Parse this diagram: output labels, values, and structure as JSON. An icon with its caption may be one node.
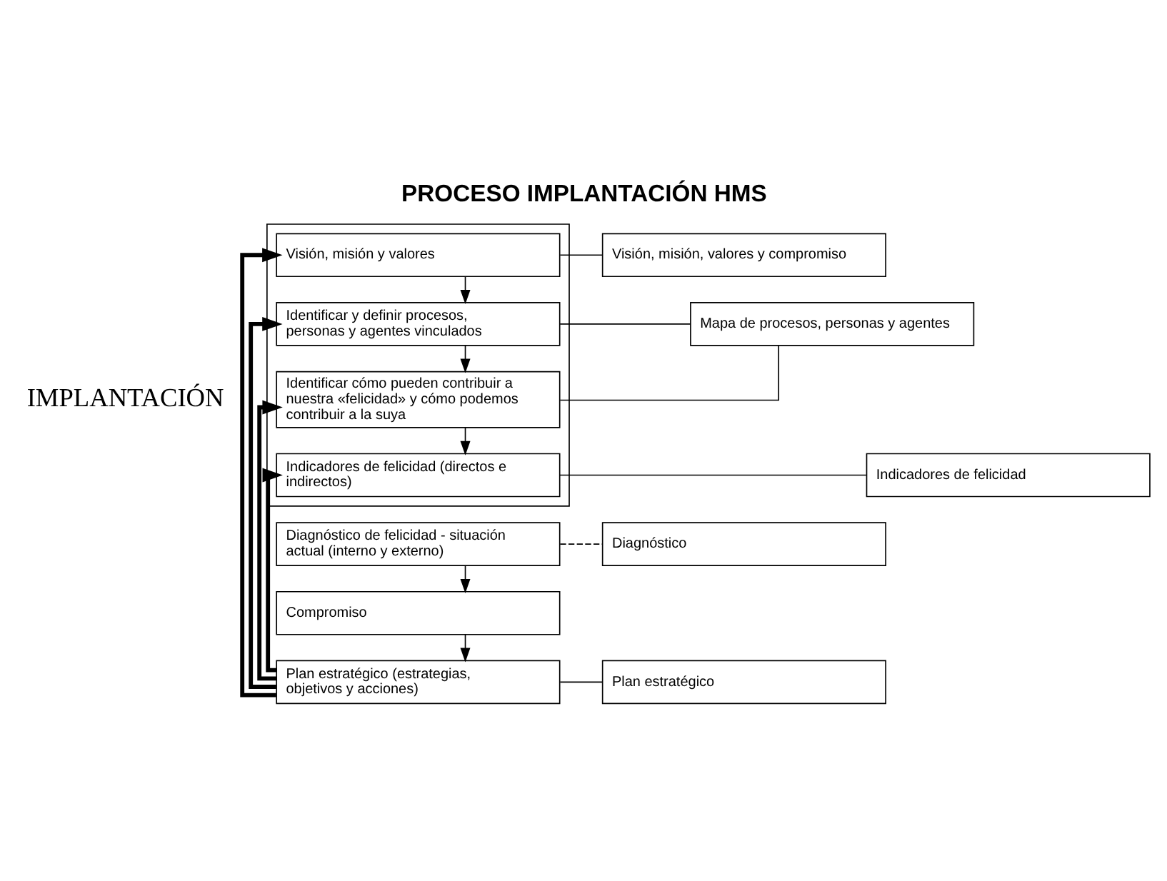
{
  "diagram": {
    "title": "PROCESO IMPLANTACIÓN HMS",
    "nodes": [
      {
        "text": [],
        "shape": "box"
      },
      {
        "text": [
          "Visión, misión y valores"
        ],
        "in": 0
      },
      {
        "text": [
          "Identificar y definir procesos, personas y agentes vinculados"
        ],
        "in": 0
      },
      {
        "text": [
          "Identificar cómo pueden contribuir a nuestra «felicidad» y cómo podemos contribuir a la suya"
        ],
        "in": 0
      },
      {
        "text": [
          "Indicadores de felicidad (directos e indirectos)"
        ],
        "in": 0
      },
      {
        "text": [
          "Diagnóstico de felicidad - situación actual (interno y externo)"
        ]
      },
      {
        "text": [
          "Compromiso"
        ]
      },
      {
        "text": [
          "Plan estratégico (estrategias, objetivos y acciones)"
        ]
      },
      {
        "text": [
          "Visión, misión, valores y compromiso"
        ]
      },
      {
        "text": [
          "Mapa de procesos, personas y agentes"
        ]
      },
      {
        "text": [
          "Indicadores de felicidad"
        ]
      },
      {
        "text": [
          "Diagnóstico"
        ]
      },
      {
        "text": [
          "Plan estratégico"
        ]
      }
    ],
    "edges": [
      {
        "from": 1,
        "to": 2,
        "arrow": "to"
      },
      {
        "from": 2,
        "to": 3,
        "arrow": "to"
      },
      {
        "from": 3,
        "to": 4,
        "arrow": "to"
      },
      {
        "from": 5,
        "to": 6,
        "arrow": "to"
      },
      {
        "from": 6,
        "to": 7,
        "arrow": "to"
      },
      {
        "from": 7,
        "to": 1,
        "arrow": "to",
        "style": "thick"
      },
      {
        "from": 7,
        "to": 2,
        "arrow": "to",
        "style": "thick"
      },
      {
        "from": 7,
        "to": 3,
        "arrow": "to",
        "style": "thick"
      },
      {
        "from": 7,
        "to": 4,
        "arrow": "to",
        "style": "thick"
      },
      {
        "from": 1,
        "to": 8,
        "arrow": "none"
      },
      {
        "from": 2,
        "to": 9,
        "arrow": "none"
      },
      {
        "from": 3,
        "to": 9,
        "arrow": "none"
      },
      {
        "from": 4,
        "to": 10,
        "arrow": "none"
      },
      {
        "from": 5,
        "to": 11,
        "arrow": "none",
        "style": "dashed"
      },
      {
        "from": 7,
        "to": 12,
        "arrow": "none"
      }
    ],
    "labels": [
      "IMPLANTACIÓN"
    ]
  }
}
